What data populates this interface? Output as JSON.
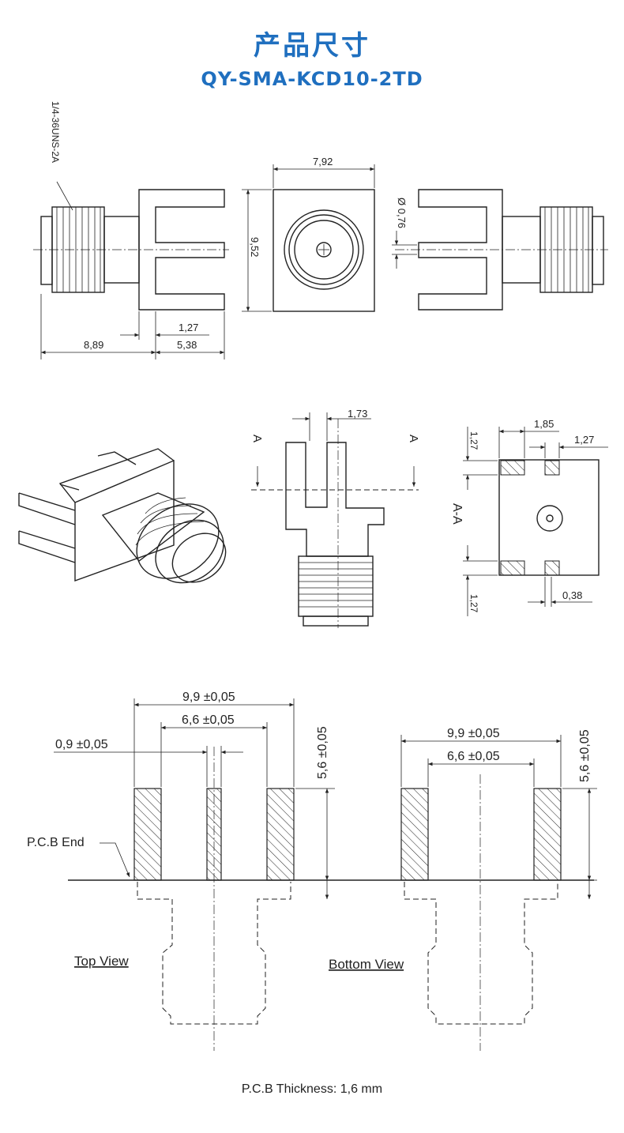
{
  "header": {
    "title": "产品尺寸",
    "model": "QY-SMA-KCD10-2TD"
  },
  "top_views": {
    "thread_label": "1/4-36UNS-2A",
    "dim_width": "7,92",
    "dim_height": "9,52",
    "dim_pin_dia": "Ø 0,76",
    "dim_pin_pitch": "1,27",
    "dim_body_len": "8,89",
    "dim_flange_len": "5,38"
  },
  "section_views": {
    "section_mark": "A",
    "section_label": "A-A",
    "dim_slot": "1,73",
    "dim_pad_w": "1,85",
    "dim_pad_gap": "1,27",
    "dim_pad_top": "1,27",
    "dim_pad_bottom": "1,27",
    "dim_pin": "0,38"
  },
  "footprint": {
    "dim_outer": "9,9 ±0,05",
    "dim_inner": "6,6 ±0,05",
    "dim_center_pad": "0,9 ±0,05",
    "dim_height": "5,6 ±0,05",
    "pcb_end_label": "P.C.B End",
    "top_view_label": "Top View",
    "bottom_view_label": "Bottom View",
    "thickness_note": "P.C.B Thickness: 1,6 mm"
  }
}
